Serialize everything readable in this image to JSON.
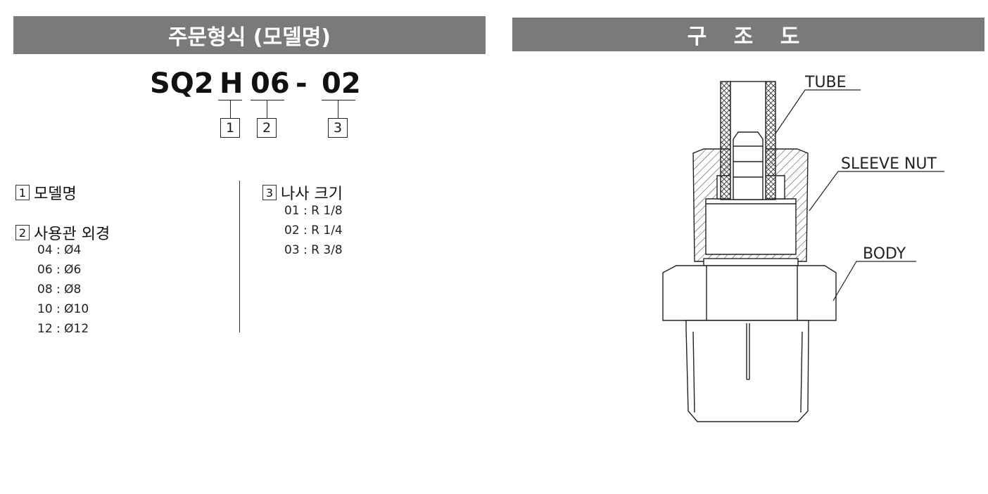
{
  "left_header": {
    "title": "주문형식 (모델명)"
  },
  "right_header": {
    "title": "구 조 도"
  },
  "model_code": {
    "segments": [
      "SQ2",
      "H",
      "06",
      "-",
      "02"
    ],
    "markers": [
      "1",
      "2",
      "3"
    ]
  },
  "sections": [
    {
      "num": "1",
      "title": "모델명",
      "options": []
    },
    {
      "num": "2",
      "title": "사용관 외경",
      "options": [
        "04 : Ø4",
        "06 : Ø6",
        "08 : Ø8",
        "10 : Ø10",
        "12 : Ø12"
      ]
    },
    {
      "num": "3",
      "title": "나사 크기",
      "options": [
        "01 : R 1/8",
        "02 : R 1/4",
        "03 : R 3/8"
      ]
    }
  ],
  "diagram": {
    "labels": {
      "tube": "TUBE",
      "sleeve_nut": "SLEEVE NUT",
      "body": "BODY"
    }
  }
}
